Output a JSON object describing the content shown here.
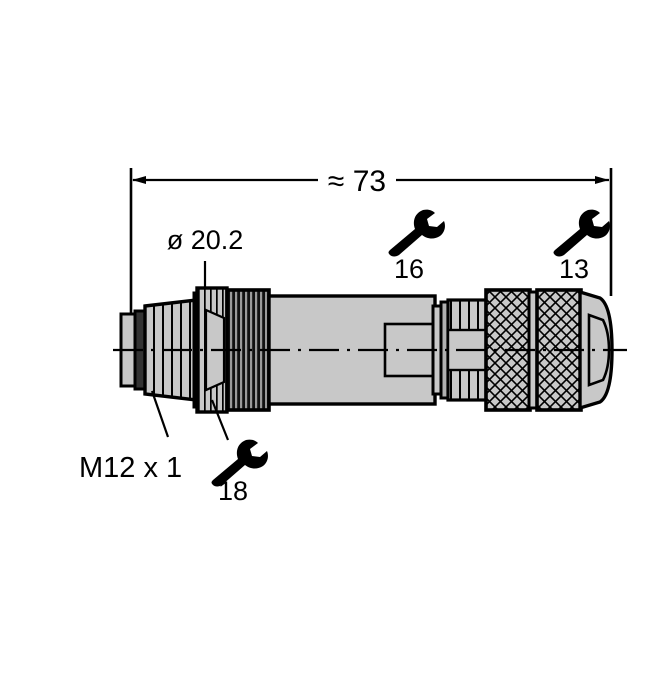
{
  "drawing": {
    "title": "M12 x 1 male connector assembly drawing",
    "background_color": "#ffffff",
    "line_color": "#000000",
    "body_fill": "#c8c8c8",
    "dark_fill": "#1a1a1a",
    "mid_fill": "#b0b0b0"
  },
  "dimensions": {
    "overall_length": {
      "label": "≈ 73",
      "name": "overall-length-dimension"
    },
    "diameter": {
      "label": "ø 20.2",
      "name": "outer-diameter-callout"
    }
  },
  "callouts": {
    "thread": {
      "label": "M12 x 1",
      "name": "thread-size-callout"
    }
  },
  "wrench_sizes": [
    {
      "icon": "wrench-icon",
      "label": "18",
      "position": "lower-left"
    },
    {
      "icon": "wrench-icon",
      "label": "16",
      "position": "upper-middle"
    },
    {
      "icon": "wrench-icon",
      "label": "13",
      "position": "upper-right"
    }
  ]
}
